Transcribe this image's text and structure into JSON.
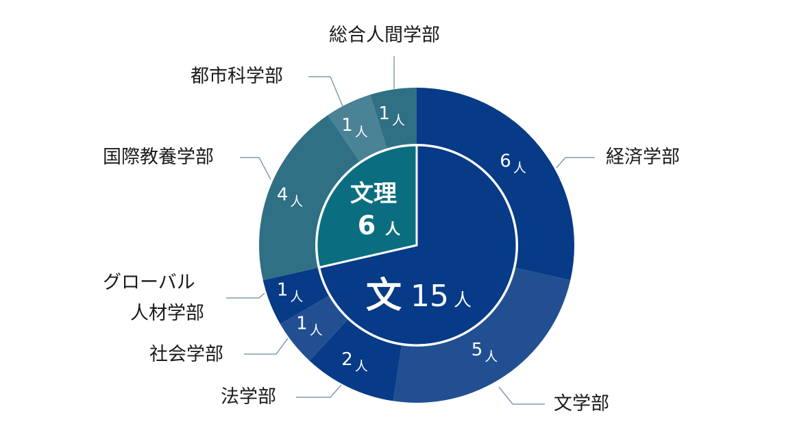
{
  "chart_data": {
    "type": "pie",
    "subtype": "nested-donut",
    "unit": "人",
    "inner": [
      {
        "name": "文",
        "value": 15,
        "color": "#073a87"
      },
      {
        "name": "文理",
        "value": 6,
        "color": "#0b6e80"
      }
    ],
    "outer": [
      {
        "name": "経済学部",
        "value": 6,
        "color": "#073a87",
        "group": "文"
      },
      {
        "name": "文学部",
        "value": 5,
        "color": "#214f92",
        "group": "文"
      },
      {
        "name": "法学部",
        "value": 2,
        "color": "#073a87",
        "group": "文"
      },
      {
        "name": "社会学部",
        "value": 1,
        "color": "#214f92",
        "group": "文"
      },
      {
        "name": "グローバル人材学部",
        "value": 1,
        "color": "#073a87",
        "group": "文"
      },
      {
        "name": "国際教養学部",
        "value": 4,
        "color": "#2f7085",
        "group": "文理"
      },
      {
        "name": "都市科学部",
        "value": 1,
        "color": "#4a8296",
        "group": "文理"
      },
      {
        "name": "総合人間学部",
        "value": 1,
        "color": "#2f7085",
        "group": "文理"
      }
    ]
  },
  "labels": {
    "keizai": "経済学部",
    "bungaku": "文学部",
    "hou": "法学部",
    "shakai": "社会学部",
    "global_1": "グローバル",
    "global_2": "人材学部",
    "kokusai": "国際教養学部",
    "toshi": "都市科学部",
    "sougou": "総合人間学部"
  },
  "center": {
    "bunri_name": "文理",
    "bunri_count": "6",
    "bun_name": "文",
    "bun_count": "15",
    "unit": "人"
  }
}
